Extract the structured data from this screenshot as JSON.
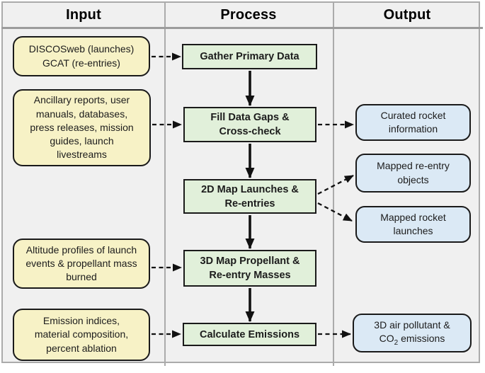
{
  "figure": {
    "type": "flowchart",
    "description": "Input-Process-Output flow diagram for rocket launch and re-entry emissions"
  },
  "header": {
    "columns": [
      "Input",
      "Process",
      "Output"
    ]
  },
  "input": {
    "boxes": [
      {
        "text": "DISCOSweb (launches)\nGCAT (re-entries)"
      },
      {
        "text": "Ancillary reports, user\nmanuals, databases,\npress releases, mission\nguides, launch\nlivestreams"
      },
      {
        "text": "Altitude profiles of launch\nevents & propellant mass\nburned"
      },
      {
        "text": "Emission indices,\nmaterial composition,\npercent ablation"
      }
    ]
  },
  "process": {
    "boxes": [
      {
        "text": "Gather Primary Data"
      },
      {
        "text": "Fill Data Gaps &\nCross-check"
      },
      {
        "text": "2D Map Launches &\nRe-entries"
      },
      {
        "text": "3D Map Propellant &\nRe-entry Masses"
      },
      {
        "text": "Calculate Emissions"
      }
    ]
  },
  "output": {
    "boxes": [
      {
        "text": "Curated rocket\ninformation"
      },
      {
        "text": "Mapped re-entry\nobjects"
      },
      {
        "text": "Mapped rocket\nlaunches"
      },
      {
        "line1": "3D air pollutant &",
        "line2_pre": "CO",
        "line2_sub": "2",
        "line2_post": " emissions"
      }
    ]
  },
  "colors": {
    "input_fill": "#f7f2c6",
    "process_fill": "#e1f0da",
    "output_fill": "#dbe9f5",
    "box_border": "#1a1a1a",
    "grid": "#ababab",
    "bg": "#f0f0f0",
    "arrow": "#111111"
  }
}
